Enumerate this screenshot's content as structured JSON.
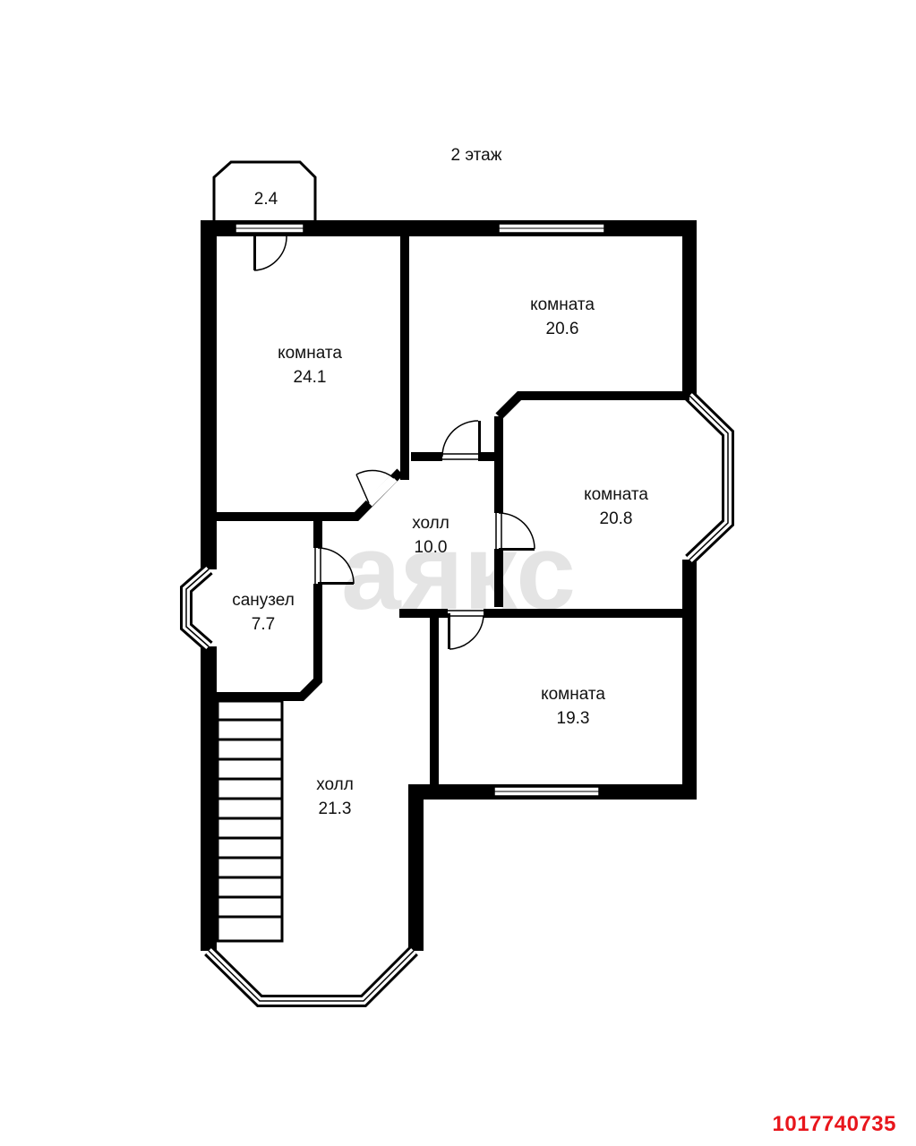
{
  "floor_label": "2 этаж",
  "watermark": "аякс",
  "listing_id": "1017740735",
  "rooms": [
    {
      "id": "balcony",
      "name": "",
      "area": "2.4"
    },
    {
      "id": "room-nw",
      "name": "комната",
      "area": "24.1"
    },
    {
      "id": "room-ne",
      "name": "комната",
      "area": "20.6"
    },
    {
      "id": "room-e",
      "name": "комната",
      "area": "20.8"
    },
    {
      "id": "hall-small",
      "name": "холл",
      "area": "10.0"
    },
    {
      "id": "bathroom",
      "name": "санузел",
      "area": "7.7"
    },
    {
      "id": "room-se",
      "name": "комната",
      "area": "19.3"
    },
    {
      "id": "hall-large",
      "name": "холл",
      "area": "21.3"
    }
  ],
  "colors": {
    "wall": "#000000",
    "accent": "#e8161c",
    "background": "#ffffff"
  }
}
